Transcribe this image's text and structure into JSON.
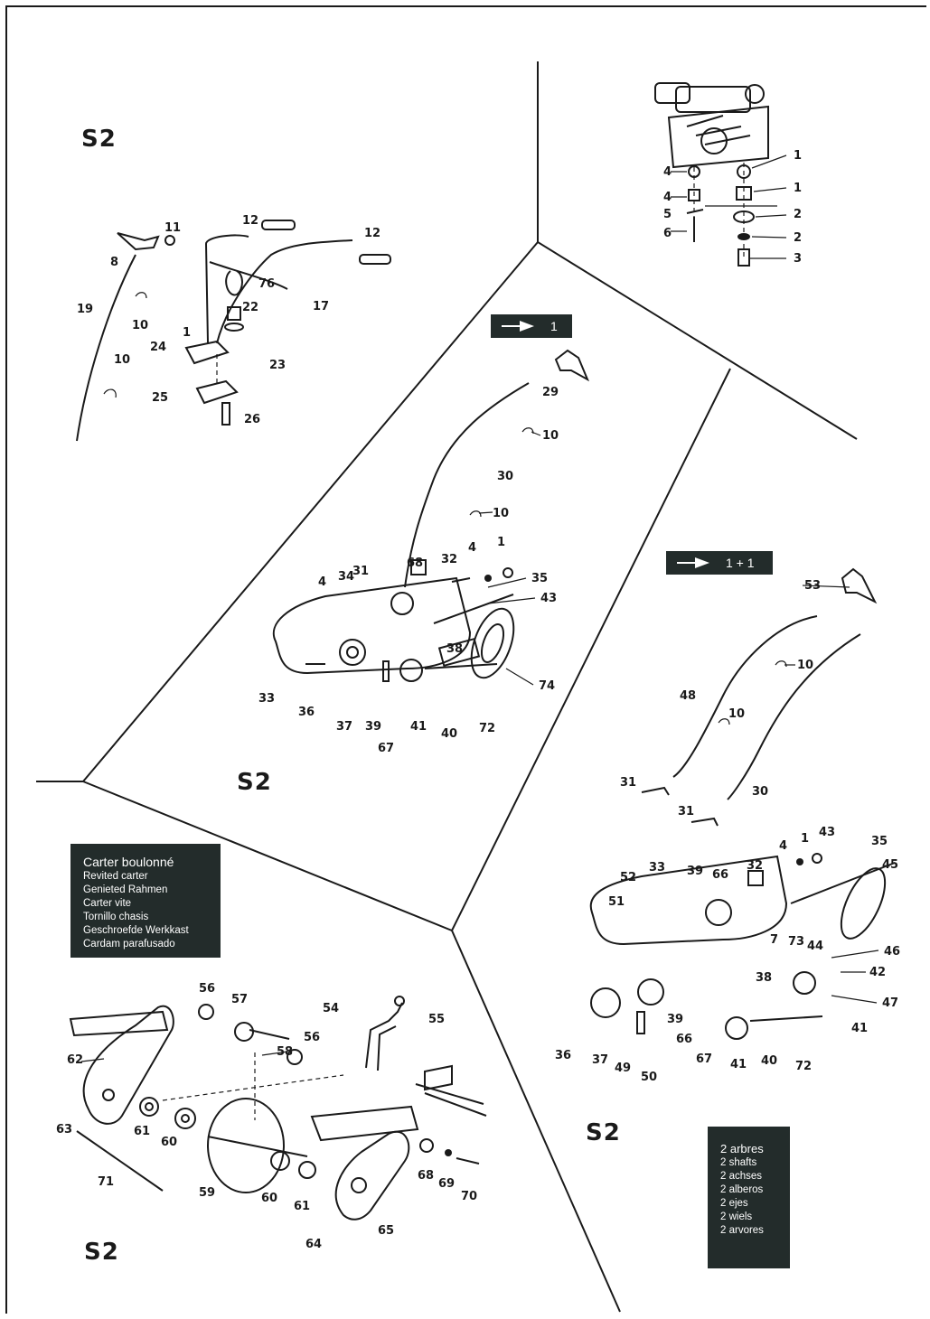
{
  "section_label": "S2",
  "tag_gear_1": "1",
  "tag_gear_1_1": "1 + 1",
  "legend_carter": {
    "heading": "Carter boulonné",
    "lines": [
      "Revited carter",
      "Genieted Rahmen",
      "Carter vite",
      "Tornillo chasis",
      "Geschroefde Werkkast",
      "Cardam parafusado"
    ]
  },
  "legend_shafts": {
    "lines": [
      "2 arbres",
      "2 shafts",
      "2 achses",
      "2 alberos",
      "2 ejes",
      "2 wiels",
      "2 arvores"
    ]
  },
  "part_numbers": {
    "engine": [
      "1",
      "1",
      "2",
      "2",
      "3",
      "4",
      "4",
      "5",
      "6"
    ],
    "handlebar": [
      "8",
      "11",
      "12",
      "12",
      "76",
      "17",
      "19",
      "10",
      "10",
      "22",
      "1",
      "24",
      "23",
      "25",
      "26"
    ],
    "single_gear": [
      "29",
      "10",
      "30",
      "10",
      "31",
      "68",
      "32",
      "4",
      "1",
      "35",
      "43",
      "34",
      "4",
      "33",
      "38",
      "74",
      "36",
      "37",
      "39",
      "67",
      "41",
      "40",
      "72"
    ],
    "double_gear": [
      "53",
      "10",
      "48",
      "10",
      "30",
      "31",
      "31",
      "43",
      "35",
      "45",
      "32",
      "4",
      "1",
      "33",
      "39",
      "66",
      "52",
      "51",
      "73",
      "7",
      "44",
      "46",
      "42",
      "38",
      "47",
      "41",
      "39",
      "66",
      "36",
      "37",
      "49",
      "50",
      "67",
      "41",
      "40",
      "72"
    ],
    "shafts": [
      "56",
      "57",
      "56",
      "54",
      "55",
      "62",
      "58",
      "63",
      "61",
      "60",
      "59",
      "60",
      "61",
      "68",
      "69",
      "70",
      "71",
      "64",
      "65"
    ]
  }
}
